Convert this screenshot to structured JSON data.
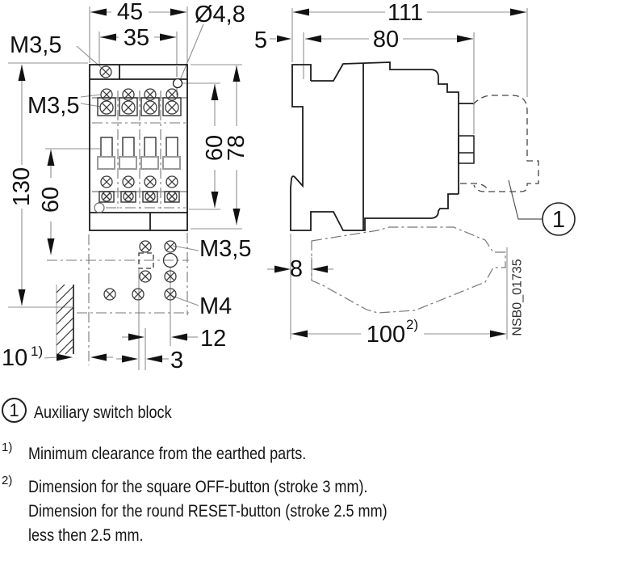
{
  "front_view": {
    "labels": {
      "width_45": "45",
      "width_35": "35",
      "hole_dia": "Ø4,8",
      "screw_top_m35": "M3,5",
      "screw_terminal_m35": "M3,5",
      "height_130": "130",
      "height_60_left": "60",
      "height_60_right": "60",
      "height_78": "78",
      "screw_mount_m35": "M3,5",
      "screw_m4": "M4",
      "dim_12": "12",
      "dim_3": "3",
      "dim_10": "10",
      "dim_10_sup": "1)"
    }
  },
  "side_view": {
    "labels": {
      "width_111": "111",
      "dim_5": "5",
      "width_80": "80",
      "dim_8": "8",
      "width_100": "100",
      "width_100_sup": "2)",
      "callout": "1",
      "doc_code": "NSB0_01735"
    }
  },
  "legend": {
    "items": [
      {
        "marker": "1",
        "text": "Auxiliary switch block"
      },
      {
        "marker": "1)",
        "text": "Minimum clearance from the earthed parts."
      },
      {
        "marker": "2)",
        "text": "Dimension for the square OFF-button (stroke 3 mm).\nDimension for the round RESET-button (stroke 2.5 mm)\nless then 2.5 mm."
      }
    ]
  }
}
